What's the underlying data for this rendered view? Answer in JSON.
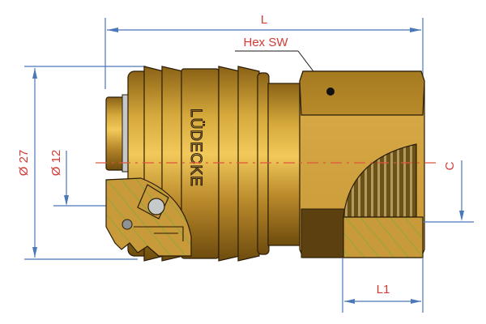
{
  "diagram": {
    "subject": "Quick coupling socket with female thread (technical drawing, partial section)",
    "brand_marking": "LÜDECKE",
    "colors": {
      "brass_dark": "#7a5610",
      "brass_mid": "#b88a2a",
      "brass_light": "#e3b84a",
      "outline": "#2a1c08",
      "dimension_line": "#4a78b8",
      "dimension_text": "#d23a35",
      "centerline": "#e0553a",
      "hatch": "#6fae3a",
      "steel_ball": "#c6cacb"
    },
    "dimensions": {
      "overall_length": {
        "label": "L"
      },
      "hex_size": {
        "label": "Hex SW"
      },
      "outer_diameter": {
        "label": "Ø 27"
      },
      "bore_diameter": {
        "label": "Ø 12"
      },
      "thread": {
        "label": "C"
      },
      "thread_length": {
        "label": "L1"
      }
    }
  }
}
